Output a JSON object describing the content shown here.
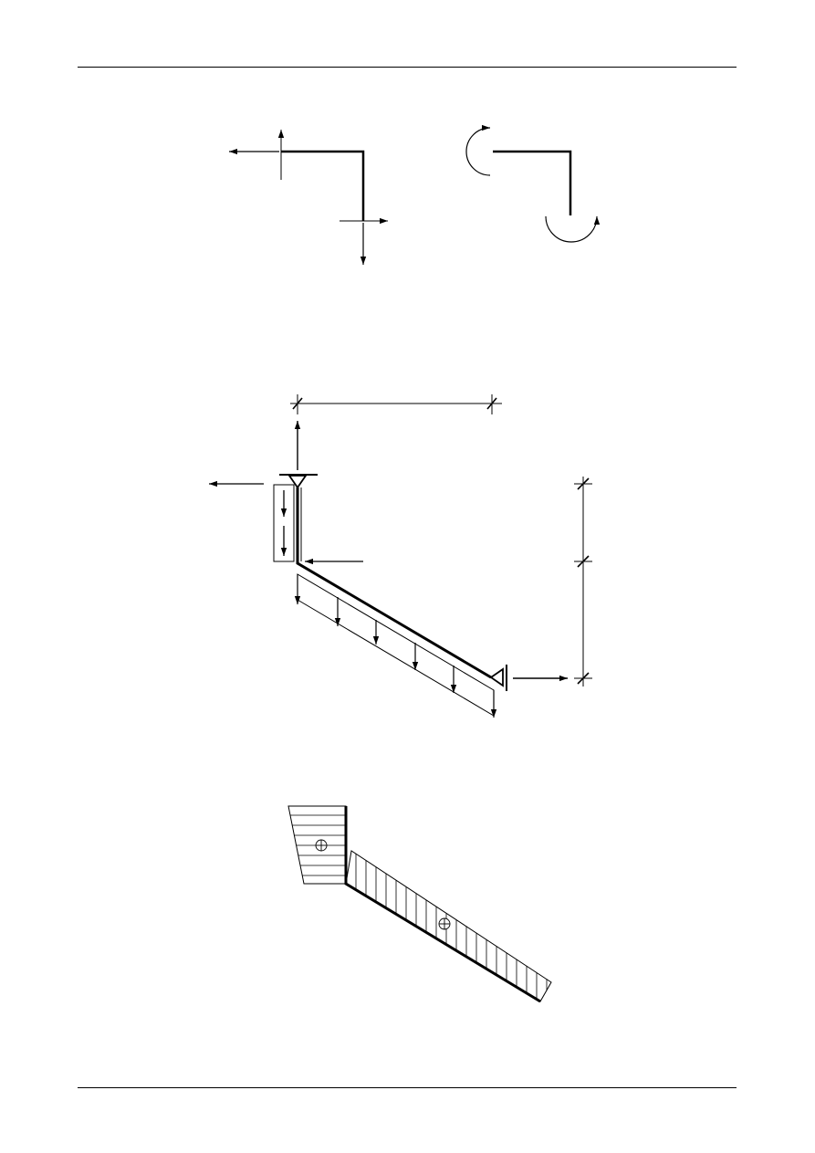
{
  "page": {
    "background": "#ffffff",
    "ink_color": "#000000",
    "has_top_rule": true,
    "has_bottom_rule": true
  },
  "figures": [
    {
      "id": "sign-convention-forces",
      "description_text": ""
    },
    {
      "id": "sign-convention-moments",
      "description_text": ""
    },
    {
      "id": "frame-loading-schematic",
      "description_text": ""
    },
    {
      "id": "internal-force-diagram",
      "description_text": ""
    }
  ],
  "diagram_symbols": {
    "positive_sign": "⊕"
  }
}
